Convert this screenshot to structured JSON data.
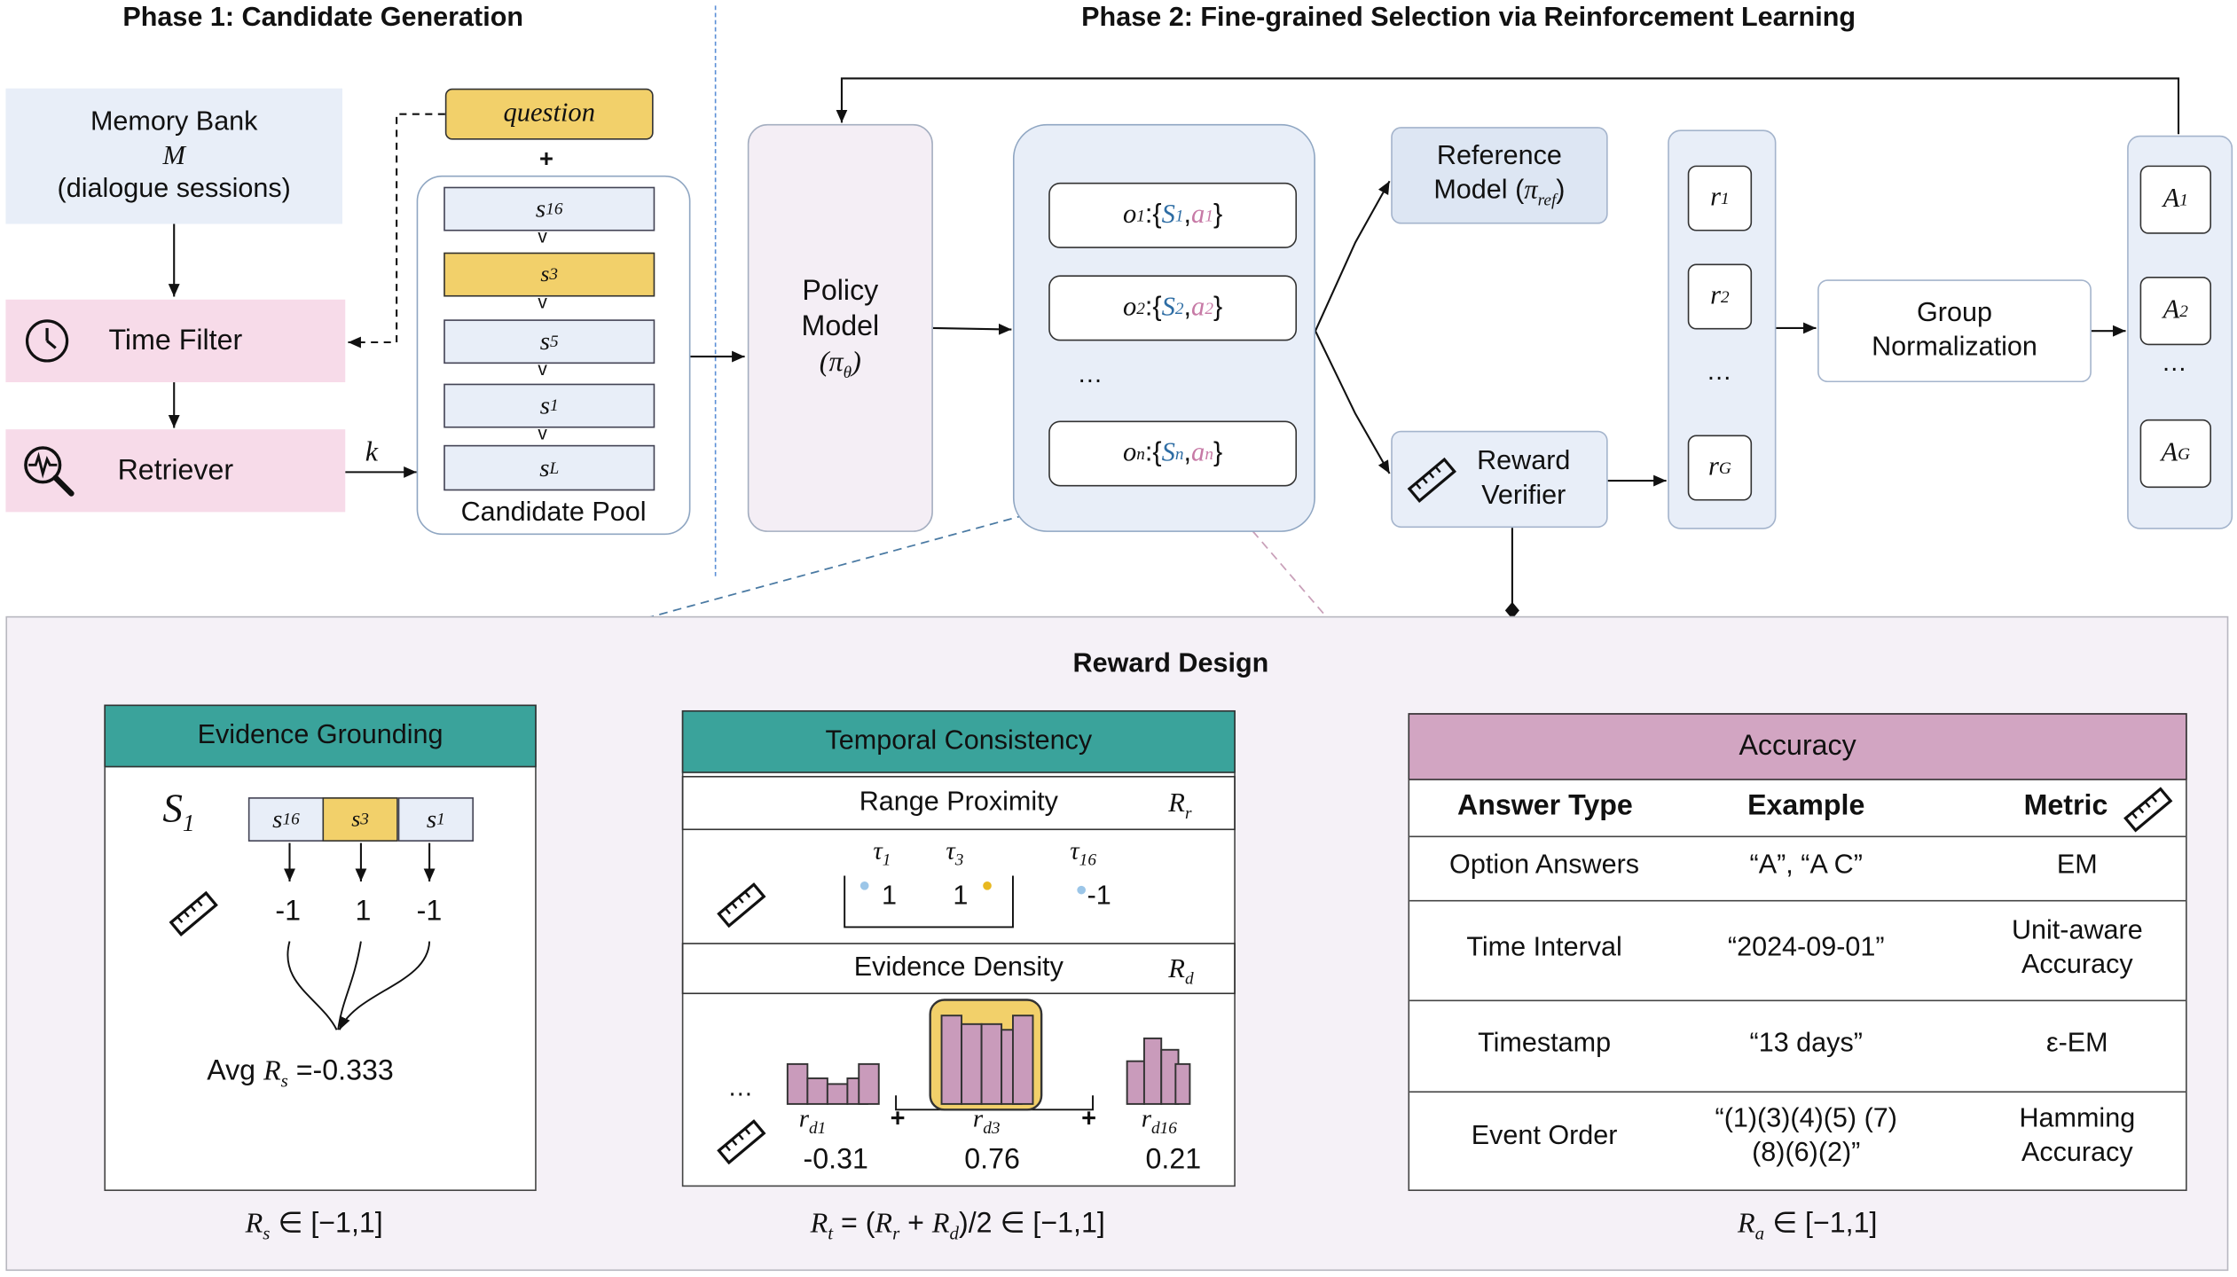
{
  "phase1": {
    "title": "Phase 1: Candidate Generation",
    "memory_bank": {
      "line1": "Memory Bank",
      "var": "M",
      "line3": "(dialogue sessions)"
    },
    "time_filter": "Time Filter",
    "retriever": "Retriever",
    "k": "k",
    "question": "question",
    "plus": "+",
    "pool_items": [
      "s16",
      "s3",
      "s5",
      "s1",
      "sL"
    ],
    "pool_item_sub": {
      "s16": "16",
      "s3": "3",
      "s5": "5",
      "s1": "1",
      "sL": "L"
    },
    "chevron": "v",
    "candidate_pool": "Candidate Pool"
  },
  "phase2": {
    "title": "Phase 2: Fine-grained Selection via Reinforcement Learning",
    "policy": {
      "line1": "Policy",
      "line2": "Model",
      "pi": "π",
      "pi_sub": "θ"
    },
    "outputs": [
      {
        "o": "o",
        "o_sub": "1",
        "s": "S",
        "s_sub": "1",
        "a": "a",
        "a_sub": "1"
      },
      {
        "o": "o",
        "o_sub": "2",
        "s": "S",
        "s_sub": "2",
        "a": "a",
        "a_sub": "2"
      },
      {
        "o": "o",
        "o_sub": "n",
        "s": "S",
        "s_sub": "n",
        "a": "a",
        "a_sub": "n"
      }
    ],
    "ellipsis": "…",
    "reference": {
      "line1": "Reference",
      "line2": "Model (",
      "pi": "π",
      "pi_sub": "ref",
      "close": ")"
    },
    "verifier": {
      "line1": "Reward",
      "line2": "Verifier"
    },
    "rewards": [
      {
        "r": "r",
        "sub": "1"
      },
      {
        "r": "r",
        "sub": "2"
      },
      {
        "r": "r",
        "sub": "G"
      }
    ],
    "group_norm": {
      "line1": "Group",
      "line2": "Normalization"
    },
    "advantages": [
      {
        "a": "A",
        "sub": "1"
      },
      {
        "a": "A",
        "sub": "2"
      },
      {
        "a": "A",
        "sub": "G"
      }
    ]
  },
  "reward_design": {
    "title": "Reward Design",
    "evidence_grounding": {
      "header": "Evidence Grounding",
      "S": "S",
      "S_sub": "1",
      "items": [
        {
          "s": "s",
          "sub": "16"
        },
        {
          "s": "s",
          "sub": "3"
        },
        {
          "s": "s",
          "sub": "1"
        }
      ],
      "scores": [
        "-1",
        "1",
        "-1"
      ],
      "avg_label": "Avg ",
      "avg_R": "R",
      "avg_sub": "s",
      "avg_value": " =-0.333",
      "range": {
        "R": "R",
        "sub": "s",
        "text": " ∈ [−1,1]"
      }
    },
    "temporal_consistency": {
      "header": "Temporal Consistency",
      "range_proximity": "Range Proximity",
      "rp_R": "R",
      "rp_sub": "r",
      "taus": [
        {
          "t": "τ",
          "sub": "1"
        },
        {
          "t": "τ",
          "sub": "3"
        },
        {
          "t": "τ",
          "sub": "16"
        }
      ],
      "tau_values": [
        "1",
        "1",
        "-1"
      ],
      "evidence_density": "Evidence Density",
      "ed_R": "R",
      "ed_sub": "d",
      "dots": "…",
      "rd": [
        {
          "r": "r",
          "sub": "d1",
          "value": "-0.31"
        },
        {
          "r": "r",
          "sub": "d3",
          "value": "0.76"
        },
        {
          "r": "r",
          "sub": "d16",
          "value": "0.21"
        }
      ],
      "plus": "+",
      "formula": {
        "R": "R",
        "t": "t",
        "mid": " = (",
        "Rr": "R",
        "r": "r",
        "plus": " + ",
        "Rd": "R",
        "d": "d",
        "end": ")/2 ∈ [−1,1]"
      }
    },
    "accuracy": {
      "header": "Accuracy",
      "columns": [
        "Answer Type",
        "Example",
        "Metric"
      ],
      "rows": [
        {
          "type": "Option Answers",
          "example": "“A”, “A C”",
          "metric": "EM"
        },
        {
          "type": "Time Interval",
          "example": "“2024-09-01”",
          "metric": "Unit-aware Accuracy"
        },
        {
          "type": "Timestamp",
          "example": "“13 days”",
          "metric": "ε-EM"
        },
        {
          "type": "Event Order",
          "example": "“(1)(3)(4)(5) (7)(8)(6)(2)”",
          "metric": "Hamming Accuracy"
        }
      ],
      "range": {
        "R": "R",
        "sub": "a",
        "text": " ∈ [−1,1]"
      }
    }
  },
  "colors": {
    "teal": "#3aa39b",
    "accuracy_header": "#d2a5c2",
    "yellow": "#f2d06a",
    "light_blue": "#e8eef8",
    "pink": "#f7dbe9",
    "bar": "#c99bbb",
    "panel_bg": "#f5f1f7"
  }
}
